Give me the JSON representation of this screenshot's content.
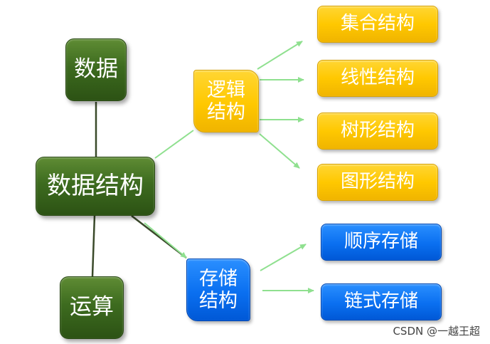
{
  "root": {
    "label": "数据结构"
  },
  "top_node": {
    "label": "数据"
  },
  "bottom_node": {
    "label": "运算"
  },
  "logical": {
    "label_line1": "逻辑",
    "label_line2": "结构",
    "children": [
      "集合结构",
      "线性结构",
      "树形结构",
      "图形结构"
    ]
  },
  "storage": {
    "label_line1": "存储",
    "label_line2": "结构",
    "children": [
      "顺序存储",
      "链式存储"
    ]
  },
  "watermark": "CSDN @一越王超",
  "colors": {
    "node_green": "#3d6b1f",
    "node_gold": "#ffc800",
    "node_blue": "#0a6ff0",
    "connector_dark": "#3a4a2a",
    "connector_arrow": "#8fe08f"
  }
}
